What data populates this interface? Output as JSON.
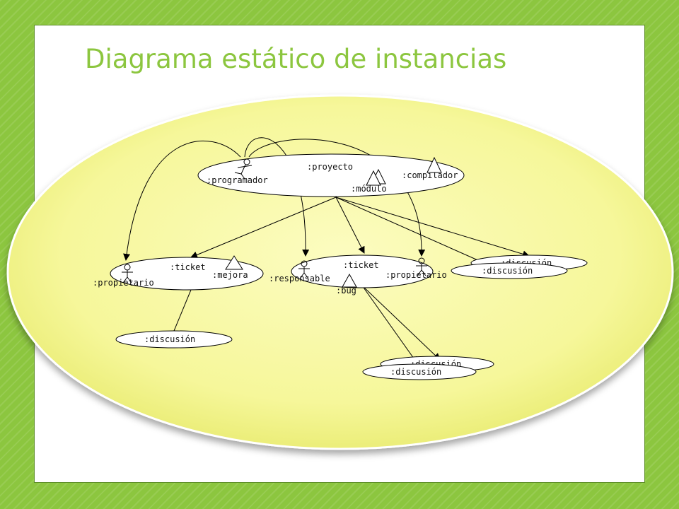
{
  "title": "Diagrama estático de instancias",
  "colors": {
    "background": "#8cc63f",
    "title": "#8cc63f",
    "plane_fill": "#f6f79a",
    "plane_edge": "#e9eb72"
  },
  "nodes": {
    "proyecto": ":proyecto",
    "programador": ":programador",
    "compilador": ":compilador",
    "modulo": ":módulo",
    "ticket_left": ":ticket",
    "mejora": ":mejora",
    "propietario_left": ":propietario",
    "discusion_left": ":discusión",
    "ticket_center": ":ticket",
    "responsable": ":responsable",
    "propietario_center": ":propietario",
    "bug": ":bug",
    "discusion_right_back": ":discusión",
    "discusion_right_front": ":discusión",
    "discusion_bottom_back": ":discusión",
    "discusion_bottom_front": ":discusión"
  },
  "icons": {
    "actor": "stick-figure-icon",
    "element": "triangle-icon"
  }
}
